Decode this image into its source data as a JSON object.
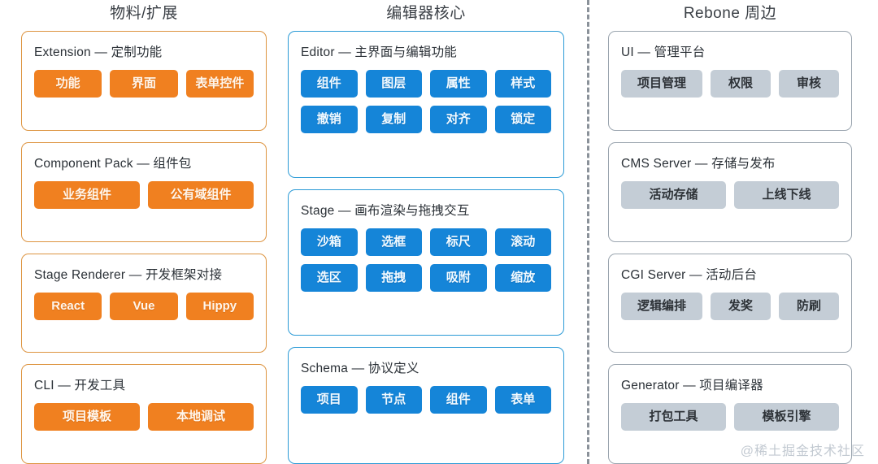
{
  "watermark": "@稀土掘金技术社区",
  "theme_colors": {
    "orange_tag": "#F08020",
    "orange_border": "#DD9440",
    "blue_tag": "#1585D8",
    "blue_border": "#2A9AD6",
    "gray_tag": "#C4CDD6",
    "gray_border": "#9BA5AF",
    "divider": "#8A9199",
    "background": "#FFFFFF",
    "title_text": "#3A3F45"
  },
  "columns": [
    {
      "id": "materials",
      "title": "物料/扩展",
      "cards": [
        {
          "title": "Extension — 定制功能",
          "tags": [
            "功能",
            "界面",
            "表单控件"
          ]
        },
        {
          "title": "Component Pack — 组件包",
          "tags": [
            "业务组件",
            "公有域组件"
          ]
        },
        {
          "title": "Stage Renderer — 开发框架对接",
          "tags": [
            "React",
            "Vue",
            "Hippy"
          ]
        },
        {
          "title": "CLI — 开发工具",
          "tags": [
            "项目模板",
            "本地调试"
          ]
        }
      ]
    },
    {
      "id": "editor-core",
      "title": "编辑器核心",
      "cards": [
        {
          "title": "Editor — 主界面与编辑功能",
          "tags": [
            "组件",
            "图层",
            "属性",
            "样式",
            "撤销",
            "复制",
            "对齐",
            "锁定"
          ]
        },
        {
          "title": "Stage — 画布渲染与拖拽交互",
          "tags": [
            "沙箱",
            "选框",
            "标尺",
            "滚动",
            "选区",
            "拖拽",
            "吸附",
            "缩放"
          ]
        },
        {
          "title": "Schema — 协议定义",
          "tags": [
            "项目",
            "节点",
            "组件",
            "表单"
          ]
        }
      ]
    },
    {
      "id": "rebone-periphery",
      "title": "Rebone 周边",
      "cards": [
        {
          "title": "UI — 管理平台",
          "tags": [
            "项目管理",
            "权限",
            "审核"
          ]
        },
        {
          "title": "CMS Server — 存储与发布",
          "tags": [
            "活动存储",
            "上线下线"
          ]
        },
        {
          "title": "CGI Server — 活动后台",
          "tags": [
            "逻辑编排",
            "发奖",
            "防刷"
          ]
        },
        {
          "title": "Generator — 项目编译器",
          "tags": [
            "打包工具",
            "模板引擎"
          ]
        }
      ]
    }
  ]
}
